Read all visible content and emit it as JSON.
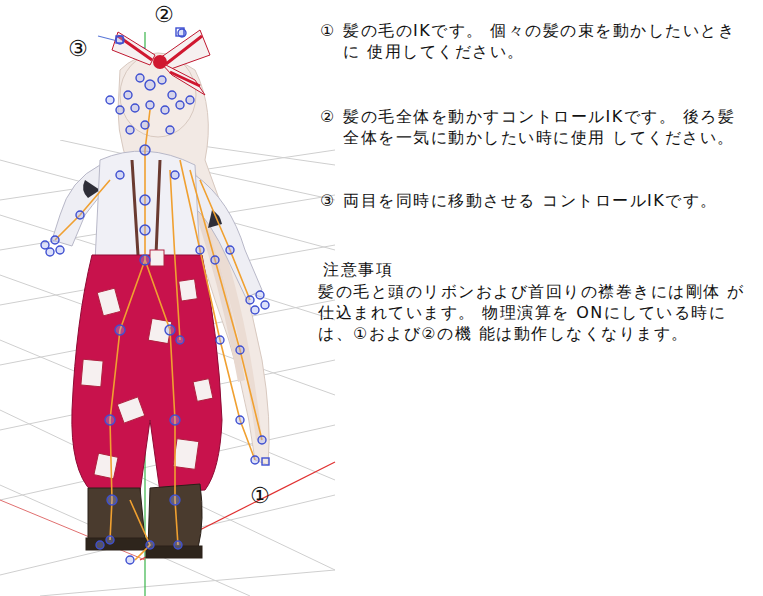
{
  "diagram": {
    "labels": [
      "②",
      "③",
      "①",
      "①",
      "髪の毛のIKです。 個々の髪の束を動かしたいときに 使用してください。",
      "②",
      "髪の毛全体を動かすコントロールIKです。 後ろ髪全体を一気に動かしたい時に使用 してください。",
      "③",
      "両目を同時に移動させる コントロールIKです。",
      "注意事項",
      "髪の毛と頭のリボンおよび首回りの襟巻きには剛体 が仕込まれています。 物理演算を ONにしている時には、①および②の機 能は動作しなくなります。"
    ]
  }
}
